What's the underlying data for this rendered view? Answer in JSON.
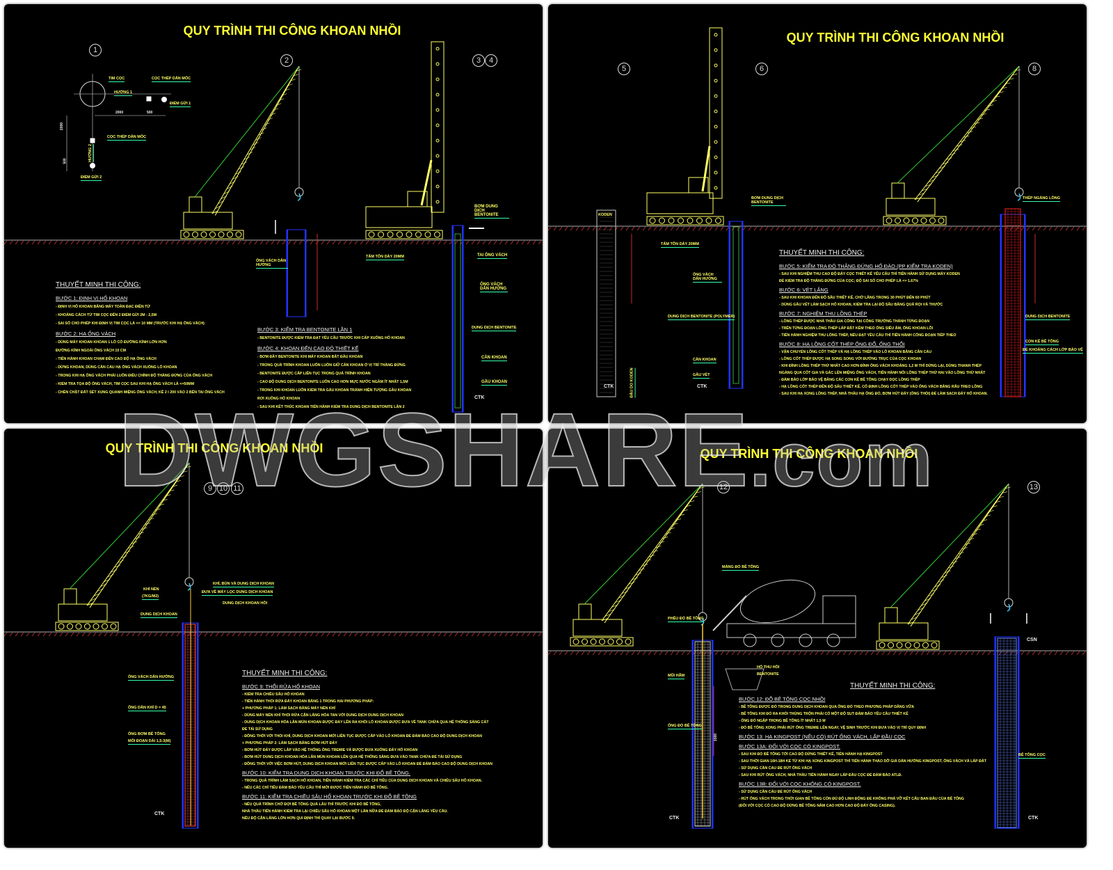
{
  "watermark": {
    "main": "DWGSHARE",
    "suffix": ".com"
  },
  "panels": [
    {
      "title": "QUY TRÌNH THI CÔNG KHOAN NHỒI",
      "step_numbers": [
        "1",
        "2",
        "3",
        "4"
      ],
      "labels": [
        "TIM CỌC",
        "CỌC THÉP DẪN MỐC",
        "HƯỚNG 1",
        "ĐIỂM GỬI 1",
        "2000",
        "500",
        "CỌC THÉP DẪN MỐC",
        "HƯỚNG 2",
        "ĐIỂM GỬI 2",
        "2000",
        "500",
        "ỐNG VÁCH DẪN HƯỚNG",
        "BƠM DUNG DỊCH BENTONITE",
        "TAI ỐNG VÁCH",
        "TẤM TÔN DÀY 20MM",
        "ỐNG VÁCH DẪN HƯỚNG",
        "DUNG DỊCH BENTONITE",
        "CẦN KHOAN",
        "GẦU KHOAN",
        "CTK"
      ],
      "notes": [
        {
          "heading": "THUYẾT MINH THI CÔNG:",
          "steps": [
            {
              "title": "BƯỚC 1: ĐỊNH VỊ HỐ KHOAN",
              "lines": [
                "- ĐỊNH VỊ HỐ KHOAN BẰNG MÁY TOÀN ĐẠC ĐIỆN TỬ",
                "- KHOẢNG CÁCH TỪ TIM CỌC ĐẾN 2 ĐIỂM GỬI 2M - 2,5M",
                "- SAI SỐ CHO PHÉP KHI ĐỊNH VỊ TIM CỌC LÀ <= 10 MM (TRƯỚC KHI HẠ ỐNG VÁCH)"
              ]
            },
            {
              "title": "BƯỚC 2: HẠ ỐNG VÁCH",
              "lines": [
                "- DÙNG MÁY KHOAN KHOAN 1 LỖ CÓ ĐƯỜNG KÍNH LỚN HƠN",
                "  ĐƯỜNG KÍNH NGOÀI ỐNG VÁCH 10 CM",
                "- TIẾN HÀNH KHOAN CHẠM ĐẾN CAO ĐỘ HẠ ỐNG VÁCH",
                "- DỪNG KHOAN, DÙNG CẦN CẨU HẠ ỐNG VÁCH XUỐNG LỖ KHOAN",
                "- TRONG KHI HẠ ỐNG VÁCH PHẢI LUÔN ĐIỀU CHỈNH ĐỘ THẲNG ĐỨNG CỦA ỐNG VÁCH",
                "- KIỂM TRA TỌA ĐỘ ỐNG VÁCH, TIM CỌC SAU KHI HẠ ỐNG VÁCH LÀ <=50MM",
                "- CHÈN CHẶT ĐẤT SÉT XUNG QUANH MIỆNG ỐNG VÁCH, KÊ 2 I 200 VÀO 2 BÊN TAI ỐNG VÁCH"
              ]
            }
          ]
        },
        {
          "heading": "",
          "steps": [
            {
              "title": "BƯỚC 3: KIỂM TRA BENTONITE LẦN 1",
              "lines": [
                "- BENTONITE ĐƯỢC KIỂM TRA ĐẠT YÊU CẦU TRƯỚC KHI CẤP XUỐNG HỐ KHOAN"
              ]
            },
            {
              "title": "BƯỚC 4: KHOAN ĐẾN CAO ĐỘ THIẾT KẾ",
              "lines": [
                "- BƠM ĐẦY BENTONITE KHI MÁY KHOAN BẮT ĐẦU KHOAN",
                "- TRONG QUÁ TRÌNH KHOAN LUÔN LUÔN GIỮ CẦN KHOAN Ở VỊ TRÍ THẲNG ĐỨNG",
                "- BENTONITE ĐƯỢC CẤP LIÊN TỤC TRONG QUÁ TRÌNH KHOAN",
                "- CAO ĐỘ DUNG DỊCH BENTONITE LUÔN CAO HƠN MỰC NƯỚC NGẦM ÍT NHẤT 1,5M",
                "- TRONG KHI KHOAN LUÔN KIỂM TRA GẦU KHOAN TRÁNH HIỆN TƯỢNG GẦU KHOAN",
                "  RƠI XUỐNG HỐ KHOAN",
                "- SAU KHI KẾT THÚC KHOAN TIẾN HÀNH KIỂM TRA DUNG DỊCH BENTONITE LẦN 2"
              ]
            }
          ]
        }
      ]
    },
    {
      "title": "QUY TRÌNH THI CÔNG KHOAN NHỒI",
      "step_numbers": [
        "5",
        "6",
        "8"
      ],
      "labels": [
        "KODEN",
        "BƠM DUNG DỊCH BENTONITE",
        "TẤM TÔN DÀY 20MM",
        "ỐNG VÁCH DẪN HƯỚNG",
        "DUNG DỊCH BENTONITE (POLYMER)",
        "CẦN KHOAN",
        "GẦU VÉT",
        "ĐẦU DO KODEN",
        "CTK",
        "CTK",
        "THÉP NGÀNG LỒNG",
        "DUNG DỊCH BENTONITE",
        "CON KÊ BÊ TÔNG",
        "ĐỂ KHOẢNG CÁCH LỚP BẢO VỆ"
      ],
      "notes": [
        {
          "heading": "THUYẾT MINH THI CÔNG:",
          "steps": [
            {
              "title": "BƯỚC 5: KIỂM TRA ĐỘ THẲNG ĐỨNG HỐ ĐÀO (PP KIỂM TRA KODEN)",
              "lines": [
                "- SAU KHI NGHIỆM THU CAO ĐỘ ĐÁY CỌC THIẾT KẾ YÊU CẦU THÌ TIẾN HÀNH SỬ DỤNG MÁY KODEN",
                "ĐỂ KIỂM TRA ĐỘ THẲNG ĐỨNG CỦA CỌC; ĐỘ SAI SỐ CHO PHÉP LÀ <= 1.67%"
              ]
            },
            {
              "title": "BƯỚC 6: VÉT LẮNG",
              "lines": [
                "- SAU KHI KHOAN ĐẾN ĐỘ SÂU THIẾT KẾ, CHỜ LẮNG TRONG 30 PHÚT ĐẾN 60 PHÚT",
                "- DÙNG GẦU VÉT LÀM SẠCH HỐ KHOAN, KIỂM TRA LẠI ĐỘ SÂU BẰNG QUẢ RỌI VÀ THƯỚC"
              ]
            },
            {
              "title": "BƯỚC 7: NGHIỆM THU LỒNG THÉP",
              "lines": [
                "- LỒNG THÉP ĐƯỢC NHÀ THẦU GIA CÔNG TẠI CÔNG TRƯỜNG THÀNH TỪNG ĐOẠN",
                "- TRÊN TỪNG ĐOẠN LỒNG THÉP LẮP ĐẶT KÈM THEO ỐNG SIÊU ÂM, ỐNG KHOAN LÕI",
                "- TIẾN HÀNH NGHIỆM THU LỒNG THÉP, NẾU ĐẠT YÊU CẦU THÌ TIẾN HÀNH CÔNG ĐOẠN TIẾP THEO"
              ]
            },
            {
              "title": "BƯỚC 8: HẠ LỒNG CỐT THÉP ỐNG ĐỔ, ỐNG THỔI",
              "lines": [
                "- VẬN CHUYỂN LỒNG CỐT THÉP VÀ HẠ LỒNG THÉP VÀO LỖ KHOAN BẰNG CẦN CẨU",
                "- LỒNG CỐT THÉP ĐƯỢC HẠ SONG SONG VỚI ĐƯỜNG TRỤC CỦA CỌC KHOAN",
                "- KHI ĐỈNH LỒNG THÉP THỨ NHẤT CAO HƠN ĐỈNH ỐNG VÁCH KHOẢNG 1,2 M THÌ DỪNG LẠI, DÙNG THANH THÉP",
                "NGÀNG QUA CỐT GIA VÀ GÁC LÊN MIỆNG ỐNG VÁCH, TIẾN HÀNH NỐI LỒNG THÉP THỨ HAI VÀO LỒNG THỨ NHẤT",
                "- ĐẢM BẢO LỚP BẢO VỆ BẰNG CÁC CON KÊ BÊ TÔNG CHẠY DỌC LỒNG THÉP",
                "- HẠ LỒNG CỐT THÉP ĐẾN ĐỘ SÂU THIẾT KẾ, CỐ ĐỊNH LỒNG CỐT THÉP VÀO ỐNG VÁCH BẰNG RÂU TREO LỒNG",
                "- SAU KHI HẠ XONG LỒNG THÉP, NHÀ THẦU HẠ ỐNG ĐỔ, BƠM HÚT ĐÁY (ỐNG THỔI) ĐỂ LÀM SẠCH ĐÁY HỐ KHOAN."
              ]
            }
          ]
        }
      ]
    },
    {
      "title": "QUY TRÌNH THI CÔNG KHOAN NHỒI",
      "step_numbers": [
        "9",
        "10",
        "11"
      ],
      "labels": [
        "KHÍ NÉN",
        "(7KG/M2)",
        "KHÍ, BÙN VÀ DUNG DỊCH KHOAN",
        "ĐƯA VỀ MÁY LỌC DUNG DỊCH KHOAN",
        "DUNG DỊCH KHOAN HỒI",
        "DUNG DỊCH KHOAN",
        "ỐNG VÁCH DẪN HƯỚNG",
        "ỐNG DẪN KHÍ D = 45",
        "ỐNG BƠM BÊ TÔNG",
        "MỖI ĐOẠN DÀI 1,5-3(M)",
        "CTK"
      ],
      "notes": [
        {
          "heading": "THUYẾT MINH THI CÔNG:",
          "steps": [
            {
              "title": "BƯỚC 9: THỔI RỬA HỐ KHOAN",
              "lines": [
                "- KIỂM TRA CHIỀU SÂU HỐ KHOAN",
                "- TIẾN HÀNH THỔI RỬA ĐÁY KHOAN BẰNG 1 TRONG HAI PHƯƠNG PHÁP:",
                "+ PHƯƠNG PHÁP 1: LÀM SẠCH BẰNG MÁY NÉN KHÍ",
                "        - DÙNG MÁY NÉN KHÍ THỔI RỬA CẶN LẮNG HÒA TAN VỚI DUNG DỊCH DUNG DỊCH KHOAN",
                "        - DUNG DỊCH KHOAN HÒA LẪN MÙN KHOAN ĐƯỢC ĐẨY LÊN RA KHỎI LỖ KHOAN ĐƯỢC ĐƯA VỀ TANK CHỨA QUA HỆ THỐNG SÀNG CÁT",
                "        ĐỂ TÁI SỬ DỤNG",
                "        - ĐỒNG THỜI VỚI THỔI KHÍ, DUNG DỊCH KHOAN MỚI LIÊN TỤC ĐƯỢC CẤP VÀO LỖ KHOAN ĐỂ ĐẢM BẢO CAO ĐỘ DUNG DỊCH KHOAN",
                "+ PHƯƠNG PHÁP 2: LÀM SẠCH BẰNG BƠM HÚT ĐÁY",
                "        - BƠM HÚT ĐÁY ĐƯỢC LẮP VÀO HỆ THỐNG ỐNG TREMIE VÀ ĐƯỢC ĐƯA XUỐNG ĐÁY HỐ KHOAN",
                "        - BƠM HÚT DUNG DỊCH KHOAN HÒA LẪN MÙN KHOAN LÊN QUA HỆ THỐNG SÀNG ĐƯA VÀO TANK CHỨA ĐỂ TÁI SỬ DỤNG",
                "        - ĐỒNG THỜI VỚI VIỆC BƠM HÚT, DUNG DỊCH KHOAN MỚI LIÊN TỤC ĐƯỢC CẤP VÀO LỖ KHOAN ĐỂ ĐẢM BẢO CAO ĐỘ DUNG DỊCH KHOAN"
              ]
            },
            {
              "title": "BƯỚC 10: KIỂM TRA DUNG DỊCH KHOAN TRƯỚC KHI ĐỔ BÊ TÔNG.",
              "lines": [
                "- TRONG QUÁ TRÌNH LÀM SẠCH HỐ KHOAN, TIẾN HÀNH KIỂM TRA CÁC CHỈ TIÊU CỦA DUNG DỊCH KHOAN VÀ CHIỀU SÂU HỐ KHOAN.",
                "- NẾU CÁC CHỈ TIÊU ĐẢM BẢO YÊU CẦU THÌ MỚI ĐƯỢC TIẾN HÀNH ĐỔ BÊ TÔNG."
              ]
            },
            {
              "title": "BƯỚC 11: KIỂM TRA CHIỀU SÂU HỐ KHOAN TRƯỚC KHI ĐỔ BÊ TÔNG",
              "lines": [
                "- NẾU QUÁ TRÌNH CHỜ ĐỢI BÊ TÔNG QUÁ LÂU THÌ TRƯỚC KHI ĐỔ BÊ TÔNG,",
                "NHÀ THẦU TIẾN HÀNH KIỂM TRA LẠI CHIỀU SÂU HỐ KHOAN MỘT LẦN NỮA ĐỂ ĐẢM BẢO ĐỘ CẶN LẮNG YÊU CẦU.",
                "NẾU ĐỘ CẶN LẮNG LỚN HƠN QUI ĐỊNH THÌ QUAY LẠI BƯỚC 9."
              ]
            }
          ]
        }
      ]
    },
    {
      "title": "QUY TRÌNH THI CÔNG KHOAN NHỒI",
      "step_numbers": [
        "12",
        "13"
      ],
      "labels": [
        "MÁNG ĐỔ BÊ TÔNG",
        "PHỄU ĐỔ BÊ TÔNG",
        "HỐ THU HỒI",
        "BENTONITE",
        "MŨI HÃM",
        "ỐNG ĐỔ BÊ TÔNG",
        "1500",
        "BÊ TÔNG CỌC",
        "CSN",
        "CTK",
        "CTK"
      ],
      "notes": [
        {
          "heading": "THUYẾT MINH THI CÔNG:",
          "steps": [
            {
              "title": "BƯỚC 12: ĐỔ BÊ TÔNG CỌC NHỒI",
              "lines": [
                "- BÊ TÔNG ĐƯỢC ĐỔ TRONG DUNG DỊCH KHOAN QUA ỐNG ĐỔ THEO PHƯƠNG PHÁP DÂNG VỮA",
                "- BÊ TÔNG KHI ĐỔ RA KHỎI THÙNG TRỘN PHẢI CÓ MỘT ĐỘ SỤT ĐẢM BẢO YÊU CẦU THIẾT KẾ",
                "- ỐNG ĐỔ NGẬP TRONG BÊ TÔNG ÍT NHẤT 1,5 M",
                "- ĐỔ BÊ TÔNG XONG PHẢI RÚT ỐNG TREMIE LÊN NGAY, VỆ SINH TRƯỚC KHI ĐƯA VÀO VỊ TRÍ QUY ĐỊNH"
              ]
            },
            {
              "title": "BƯỚC 13: HẠ KINGPOST (NẾU CÓ) RÚT ỐNG VÁCH, LẤP ĐẦU CỌC",
              "lines": []
            },
            {
              "title": "BƯỚC 13A: ĐỐI VỚI CỌC CÓ KINGPOST.",
              "lines": [
                "- SAU KHI ĐỔ BÊ TÔNG TỚI CAO ĐỘ DỪNG THIẾT KẾ, TIẾN HÀNH HẠ KINGPOST",
                "- SAU THỜI GIAN 16H-18H KỂ TỪ KHI HẠ XONG KINGPOST THÌ TIẾN HÀNH THÁO DỠ GIÁ DẪN HƯỚNG KINGPOST, ỐNG VÁCH VÀ LẤP ĐẤT",
                "- SỬ DỤNG CẦN CẨU ĐỂ RÚT ỐNG VÁCH",
                "- SAU KHI RÚT ỐNG VÁCH, NHÀ THẦU TIẾN HÀNH NGAY LẤP ĐẦU CỌC ĐỂ ĐẢM BẢO ATLĐ."
              ]
            },
            {
              "title": "BƯỚC 13B: ĐỐI VỚI CỌC KHÔNG CÓ KINGPOST.",
              "lines": [
                "- SỬ DỤNG CẦN CẨU ĐỂ RÚT ỐNG VÁCH",
                "- RÚT ỐNG VÁCH TRONG THỜI GIAN BÊ TÔNG CÒN ĐỦ ĐỘ LINH ĐỘNG ĐỂ KHÔNG PHÁ VỠ KẾT CẤU BAN ĐẦU CỦA BÊ TÔNG",
                "(ĐỐI VỚI CỌC CÓ CAO ĐỘ DỪNG BÊ TÔNG NẰM CAO HƠN CAO ĐỘ ĐÁY ỐNG CASING)."
              ]
            }
          ]
        }
      ]
    }
  ],
  "colors": {
    "background": "#000000",
    "title": "#ffff33",
    "text": "#ffff66",
    "boom": "#ffff66",
    "cable": "#33cc33",
    "casing": "#2233ff",
    "cage": "#ff2222",
    "ground": "#cc3333"
  }
}
